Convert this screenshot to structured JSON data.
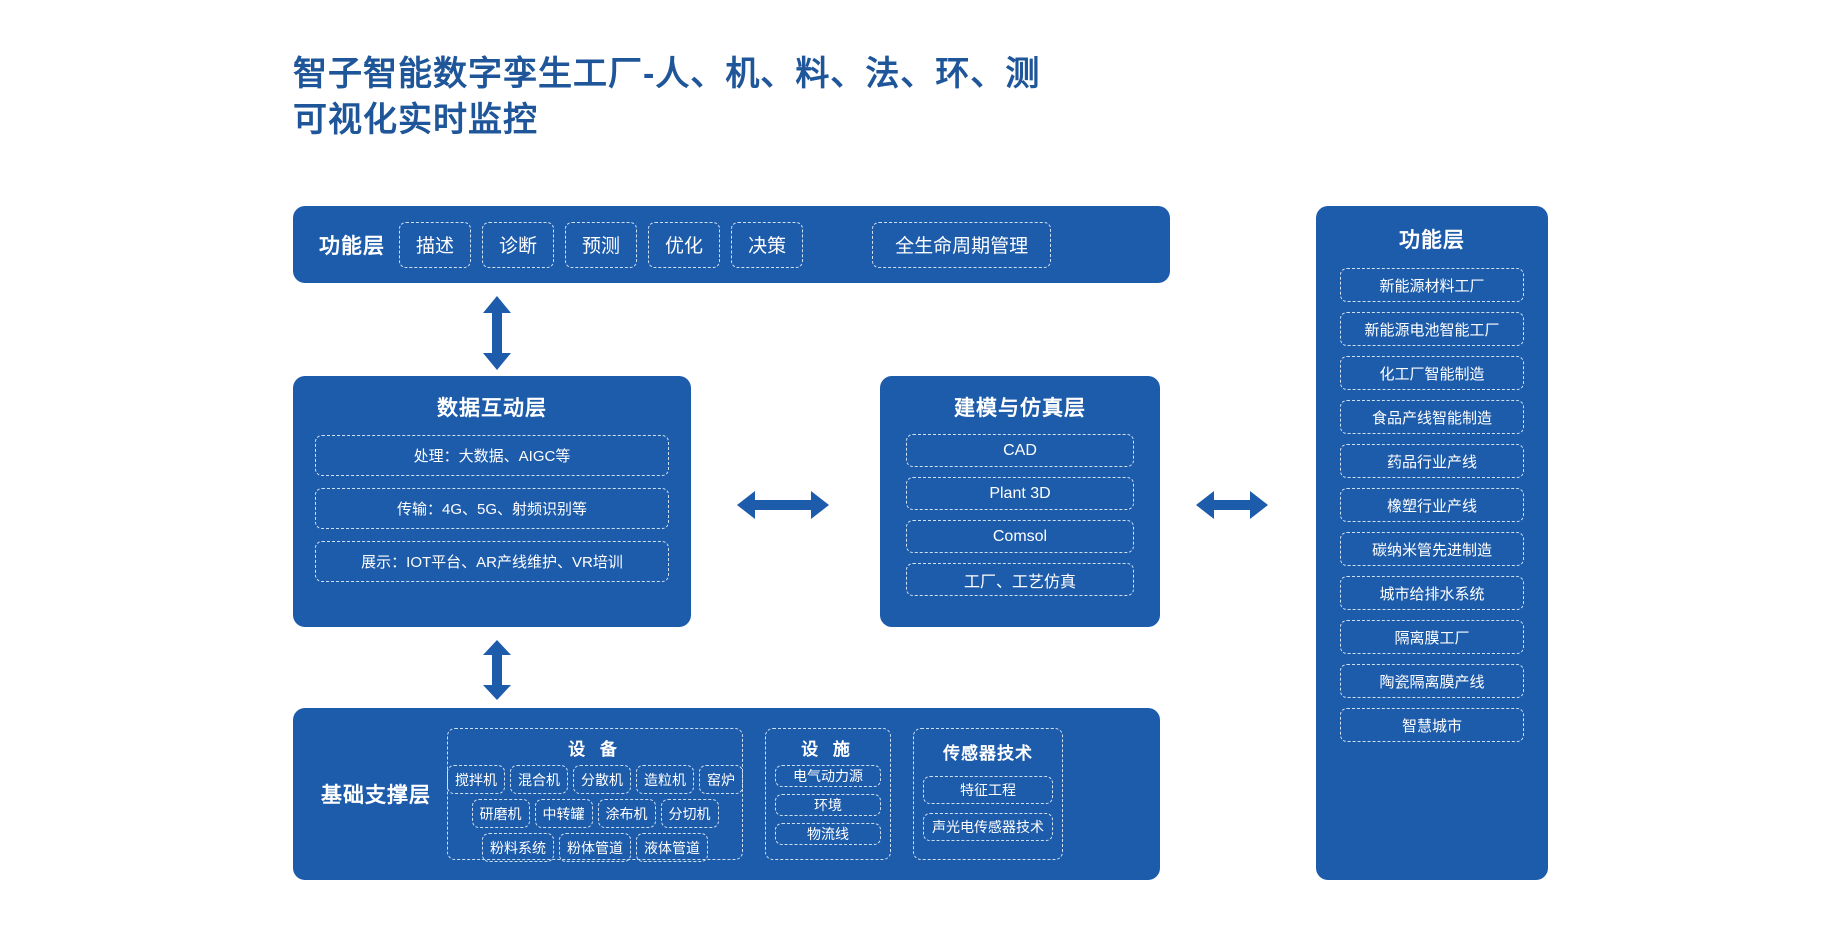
{
  "page": {
    "title": "智子智能数字孪生工厂-人、机、料、法、环、测\n可视化实时监控",
    "accent_blue": "#1d5bab",
    "title_blue": "#1f5699",
    "chip_border": "#cfe0f2",
    "background": "#ffffff"
  },
  "functional_bar": {
    "label": "功能层",
    "items": [
      "描述",
      "诊断",
      "预测",
      "优化",
      "决策"
    ],
    "wide_item": "全生命周期管理"
  },
  "data_layer": {
    "title": "数据互动层",
    "items": [
      "处理：大数据、AIGC等",
      "传输：4G、5G、射频识别等",
      "展示：IOT平台、AR产线维护、VR培训"
    ]
  },
  "simulation_layer": {
    "title": "建模与仿真层",
    "items": [
      "CAD",
      "Plant 3D",
      "Comsol",
      "工厂、工艺仿真"
    ]
  },
  "base_layer": {
    "label": "基础支撑层",
    "groups": [
      {
        "title": "设 备",
        "rows": [
          [
            "搅拌机",
            "混合机",
            "分散机",
            "造粒机",
            "窑炉"
          ],
          [
            "研磨机",
            "中转罐",
            "涂布机",
            "分切机"
          ],
          [
            "粉料系统",
            "粉体管道",
            "液体管道"
          ]
        ]
      },
      {
        "title": "设 施",
        "rows": [
          [
            "电气动力源"
          ],
          [
            "环境"
          ],
          [
            "物流线"
          ]
        ]
      },
      {
        "title": "传感器技术",
        "rows": [
          [
            "特征工程"
          ],
          [
            "声光电传感器技术"
          ]
        ]
      }
    ]
  },
  "application_panel": {
    "title": "功能层",
    "items": [
      "新能源材料工厂",
      "新能源电池智能工厂",
      "化工厂智能制造",
      "食品产线智能制造",
      "药品行业产线",
      "橡塑行业产线",
      "碳纳米管先进制造",
      "城市给排水系统",
      "隔离膜工厂",
      "陶瓷隔离膜产线",
      "智慧城市"
    ]
  },
  "arrows": [
    {
      "name": "arrow-functional-to-data",
      "direction": "vertical-double"
    },
    {
      "name": "arrow-data-to-base",
      "direction": "vertical-double"
    },
    {
      "name": "arrow-data-to-simulation",
      "direction": "horizontal-double"
    },
    {
      "name": "arrow-simulation-to-application",
      "direction": "horizontal-double"
    }
  ]
}
